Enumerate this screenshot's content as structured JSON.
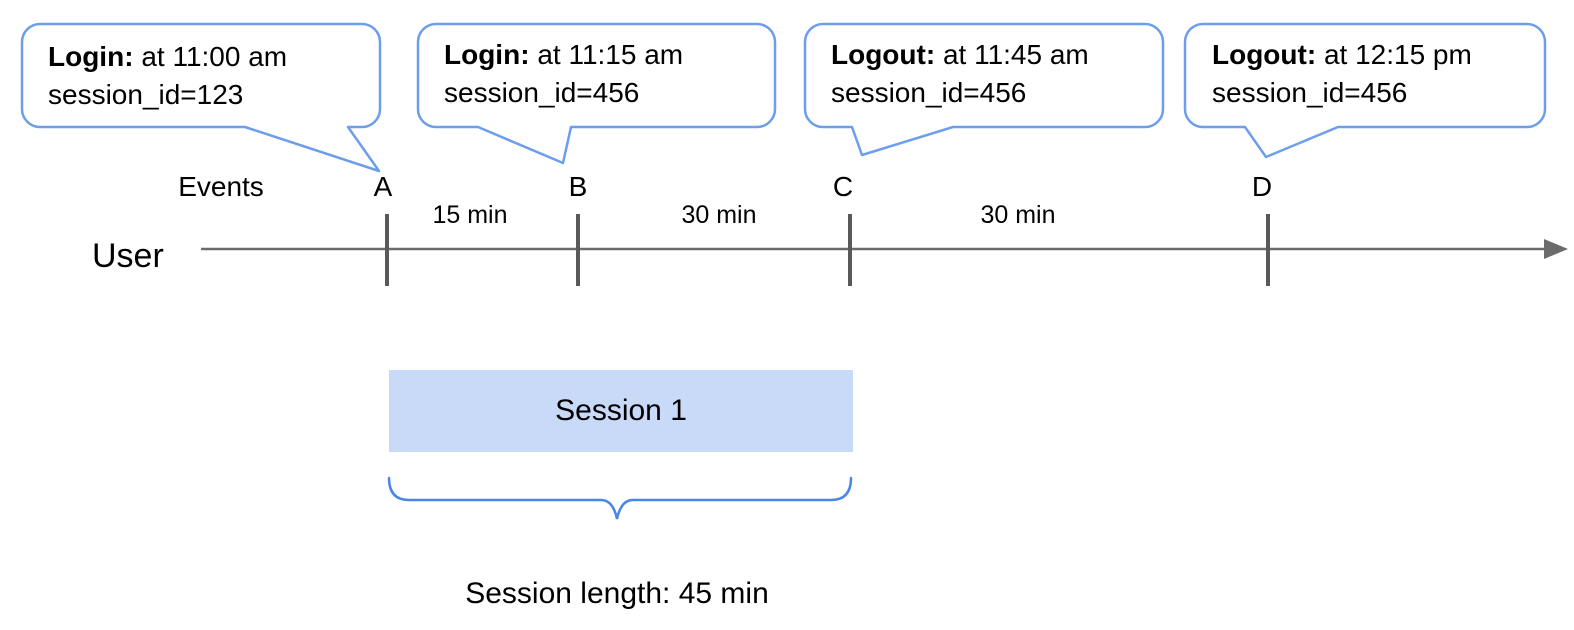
{
  "diagram": {
    "title_semantic": "User session events timeline",
    "colors": {
      "background": "#ffffff",
      "callout_border": "#6d9eeb",
      "callout_fill": "#ffffff",
      "session_fill": "#c9daf8",
      "brace_stroke": "#4a86e8",
      "axis_stroke": "#6b6b6b",
      "tick_stroke": "#595959",
      "text": "#000000"
    },
    "callouts": [
      {
        "event_label": "Login:",
        "time_text": "at 11:00 am",
        "session_text": "session_id=123",
        "points_to": "A"
      },
      {
        "event_label": "Login:",
        "time_text": "at 11:15 am",
        "session_text": "session_id=456",
        "points_to": "B"
      },
      {
        "event_label": "Logout:",
        "time_text": "at 11:45 am",
        "session_text": "session_id=456",
        "points_to": "C"
      },
      {
        "event_label": "Logout:",
        "time_text": "at 12:15 pm",
        "session_text": "session_id=456",
        "points_to": "D"
      }
    ],
    "timeline": {
      "events_label": "Events",
      "axis_label": "User",
      "ticks": [
        "A",
        "B",
        "C",
        "D"
      ],
      "intervals": [
        "15 min",
        "30 min",
        "30 min"
      ]
    },
    "session": {
      "label": "Session 1",
      "caption": "Session length: 45 min"
    }
  }
}
